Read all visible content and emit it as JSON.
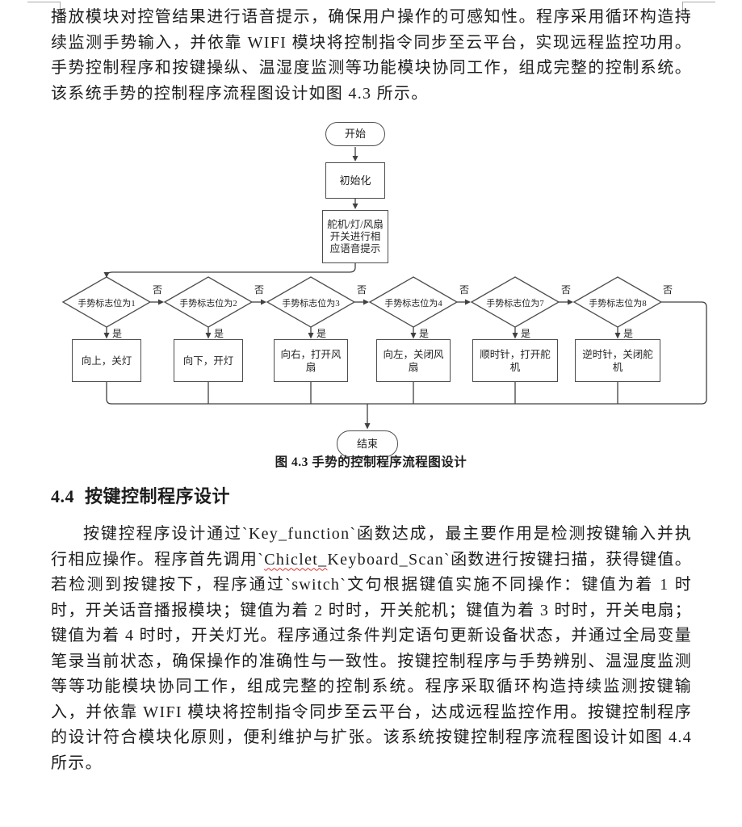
{
  "page": {
    "paragraph1": "播放模块对控管结果进行语音提示，确保用户操作的可感知性。程序采用循环构造持续监测手势输入，并依靠 WIFI 模块将控制指令同步至云平台，实现远程监控功用。手势控制程序和按键操纵、温湿度监测等功能模块协同工作，组成完整的控制系统。该系统手势的控制程序流程图设计如图 4.3 所示。",
    "figure_caption": "图 4.3 手势的控制程序流程图设计",
    "heading": {
      "number": "4.4",
      "title": "按键控制程序设计"
    },
    "paragraph2_part1": "按键控程序设计通过`Key_function`函数达成，最主要作用是检测按键输入并执行相应操作。程序首先调用`",
    "paragraph2_misspelled": "Chiclet_",
    "paragraph2_part2": "Keyboard_Scan`函数进行按键扫描，获得键值。若检测到按键按下，程序通过`switch`文句根据键值实施不同操作：键值为着 1 时时，开关话音播报模块；键值为着 2 时时，开关舵机；键值为着 3 时时，开关电扇；键值为着 4 时时，开关灯光。程序通过条件判定语句更新设备状态，并通过全局变量笔录当前状态，确保操作的准确性与一致性。按键控制程序与手势辨别、温湿度监测等等功能模块协同工作，组成完整的控制系统。程序采取循环构造持续监测按键输入，并依靠 WIFI 模块将控制指令同步至云平台，达成远程监控作用。按键控制程序的设计符合模块化原则，便利维护与扩张。该系统按键控制程序流程图设计如图 4.4 所示。"
  },
  "flowchart": {
    "start": "开始",
    "init": "初始化",
    "prompt": "舵机/灯/风扇开关进行相应语音提示",
    "end": "结束",
    "yes_label": "是",
    "no_label": "否",
    "decisions": [
      "手势标志位为1",
      "手势标志位为2",
      "手势标志位为3",
      "手势标志位为4",
      "手势标志位为7",
      "手势标志位为8"
    ],
    "actions": [
      "向上，关灯",
      "向下，开灯",
      "向右，打开风扇",
      "向左，关闭风扇",
      "顺时针，打开舵机",
      "逆时针，关闭舵机"
    ]
  },
  "colors": {
    "flow_line": "#404040",
    "node_border": "#4d4d4d",
    "text": "#1d1d1d",
    "squiggle": "#e03030",
    "crop_mark": "#a9a9a9"
  }
}
